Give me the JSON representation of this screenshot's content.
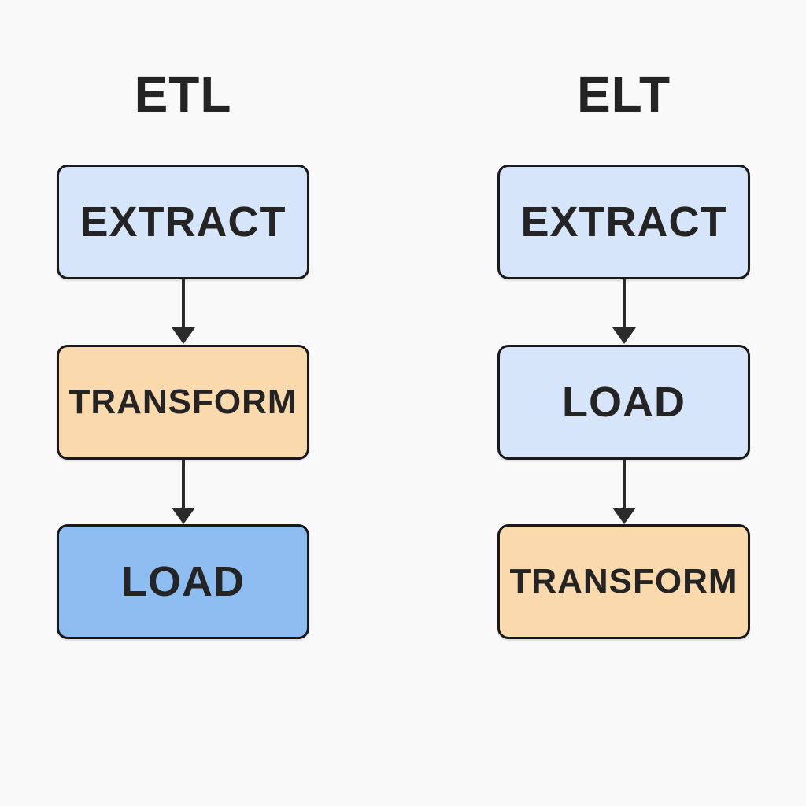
{
  "diagram": {
    "background": "#f9f9f9",
    "stroke_color": "#191919",
    "text_color": "#242424",
    "arrow_color": "#2b2b2b",
    "columns": [
      {
        "title": "ETL",
        "steps": [
          {
            "label": "EXTRACT",
            "fill": "#d6e5f9"
          },
          {
            "label": "TRANSFORM",
            "fill": "#fad9ad"
          },
          {
            "label": "LOAD",
            "fill": "#8ebdf2"
          }
        ]
      },
      {
        "title": "ELT",
        "steps": [
          {
            "label": "EXTRACT",
            "fill": "#d6e5f9"
          },
          {
            "label": "LOAD",
            "fill": "#d6e5f9"
          },
          {
            "label": "TRANSFORM",
            "fill": "#fad9ad"
          }
        ]
      }
    ]
  }
}
